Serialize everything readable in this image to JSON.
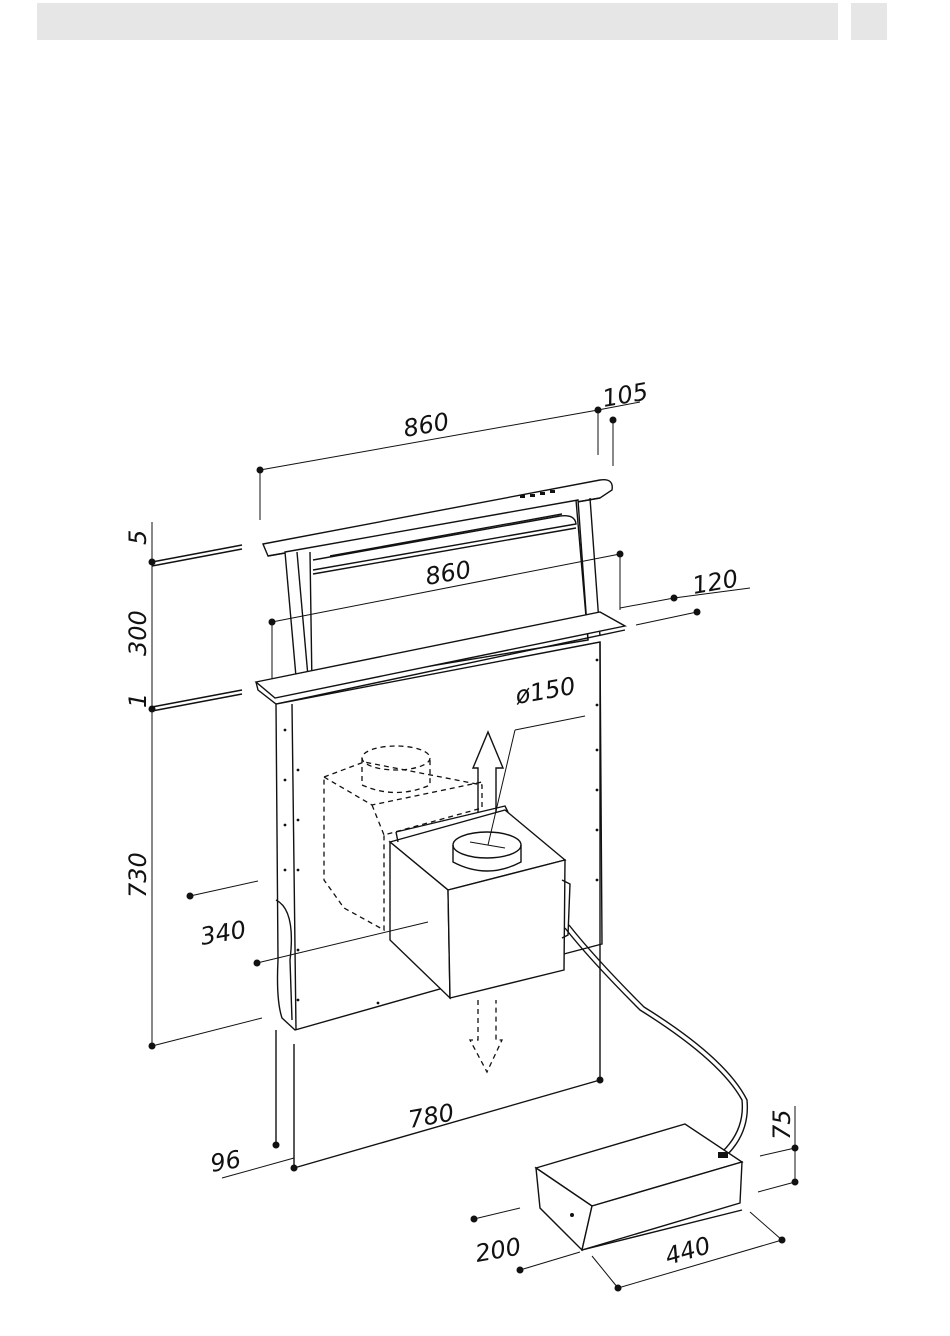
{
  "dimensions": {
    "hood_width_top": "860",
    "hood_depth_top": "105",
    "inner_width": "860",
    "slot_depth": "120",
    "top_thickness": "5",
    "rise_height": "300",
    "worktop_gap": "1",
    "body_height": "730",
    "motor_offset": "340",
    "duct_diameter": "ø150",
    "body_width": "780",
    "body_depth": "96",
    "box_height": "75",
    "box_depth": "200",
    "box_width": "440"
  }
}
